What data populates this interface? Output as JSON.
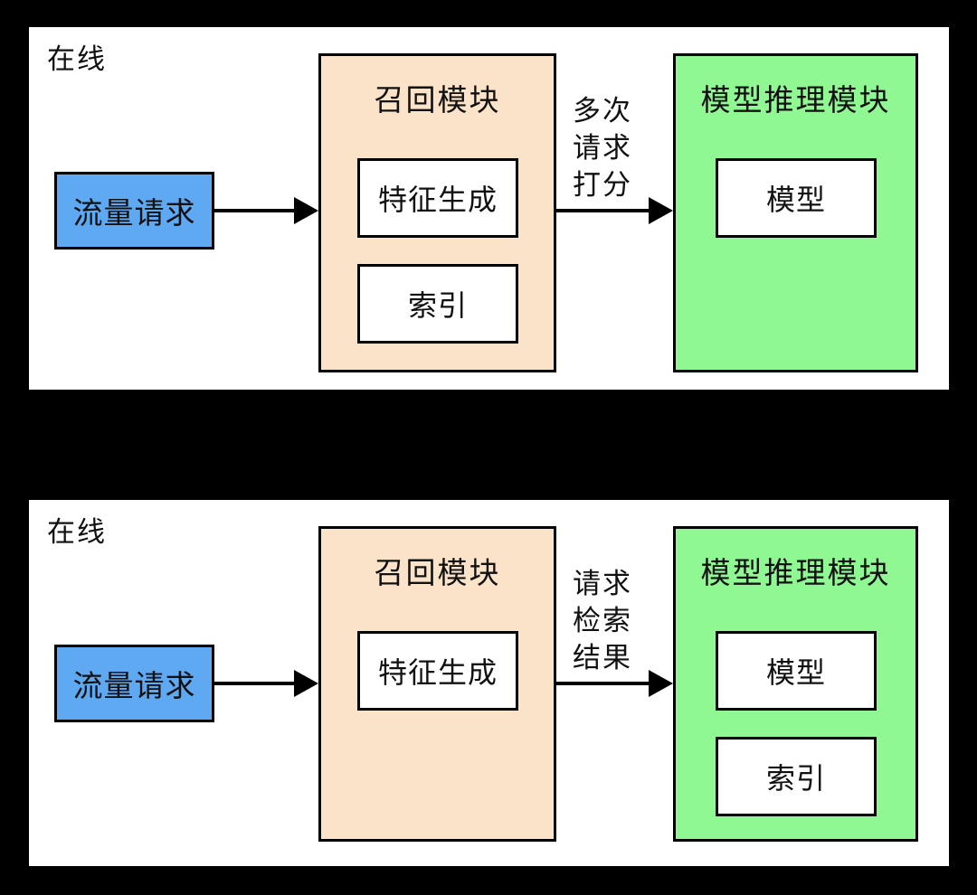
{
  "colors": {
    "background": "#000000",
    "panel_bg": "#ffffff",
    "outline": "#000000",
    "request_fill": "#5fa8f2",
    "recall_fill": "#fbe3c9",
    "inference_fill": "#90f893",
    "inner_box_fill": "#ffffff"
  },
  "panels": [
    {
      "scene_label": "在线",
      "request_box_label": "流量请求",
      "recall_module": {
        "title": "召回模块",
        "items": [
          "特征生成",
          "索引"
        ]
      },
      "arrow_label_lines": [
        "多次",
        "请求",
        "打分"
      ],
      "inference_module": {
        "title": "模型推理模块",
        "items": [
          "模型"
        ]
      }
    },
    {
      "scene_label": "在线",
      "request_box_label": "流量请求",
      "recall_module": {
        "title": "召回模块",
        "items": [
          "特征生成"
        ]
      },
      "arrow_label_lines": [
        "请求",
        "检索",
        "结果"
      ],
      "inference_module": {
        "title": "模型推理模块",
        "items": [
          "模型",
          "索引"
        ]
      }
    }
  ]
}
